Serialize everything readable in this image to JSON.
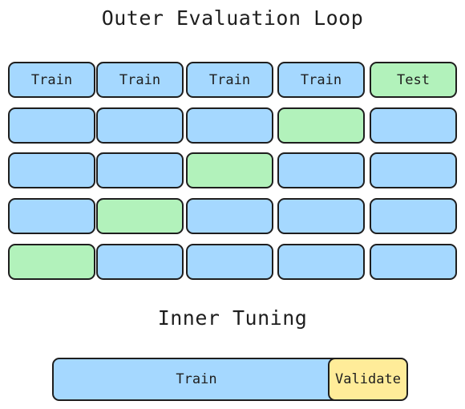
{
  "outer": {
    "title": "Outer Evaluation Loop",
    "rows": [
      [
        "Train",
        "Train",
        "Train",
        "Train",
        "Test"
      ],
      [
        "",
        "",
        "",
        "",
        ""
      ],
      [
        "",
        "",
        "",
        "",
        ""
      ],
      [
        "",
        "",
        "",
        "",
        ""
      ],
      [
        "",
        "",
        "",
        "",
        ""
      ]
    ],
    "test_column_by_row": [
      4,
      3,
      2,
      1,
      0
    ]
  },
  "inner": {
    "title": "Inner Tuning",
    "train_label": "Train",
    "validate_label": "Validate",
    "train_fraction": 0.8
  },
  "colors": {
    "train": "#a5d8ff",
    "test": "#b2f2bb",
    "validate": "#ffec99",
    "stroke": "#1e1e1e"
  }
}
